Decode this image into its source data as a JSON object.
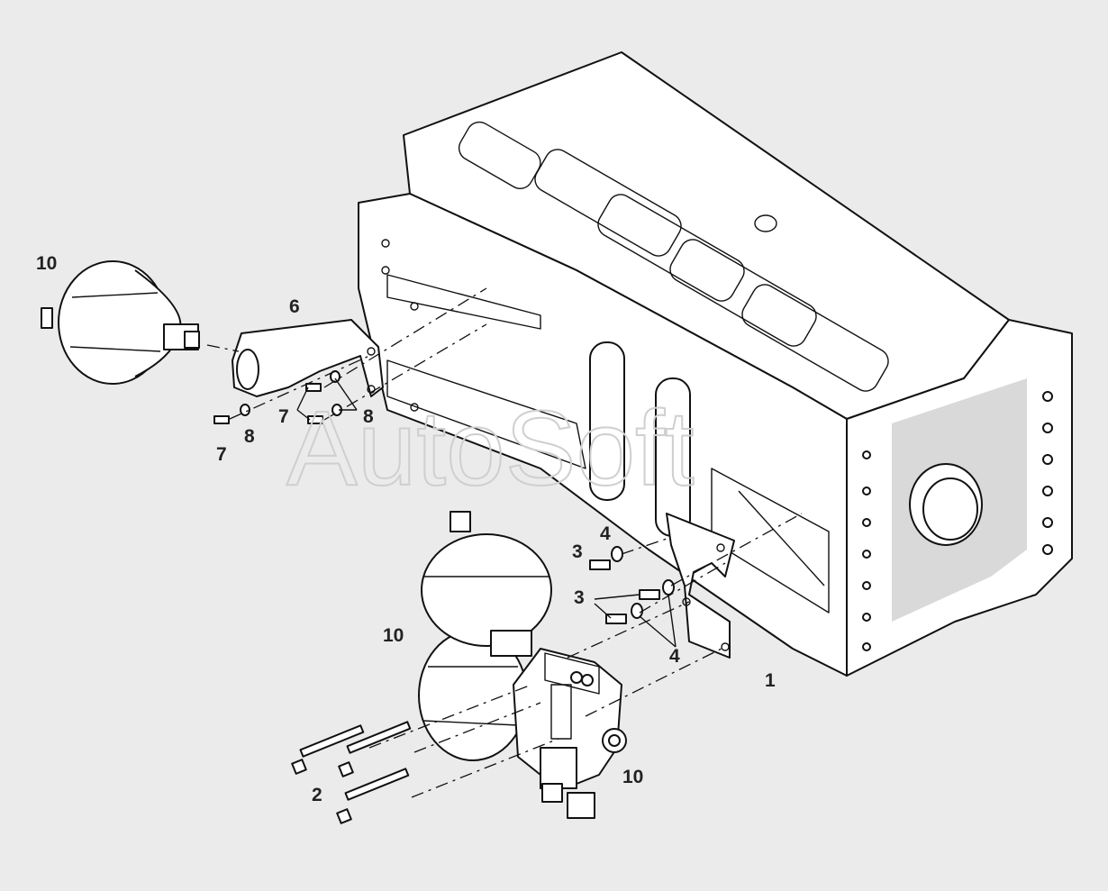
{
  "watermark": "AutoSoft",
  "callouts": {
    "c1": "1",
    "c2": "2",
    "c3a": "3",
    "c3b": "3",
    "c4a": "4",
    "c4b": "4",
    "c6": "6",
    "c7a": "7",
    "c7b": "7",
    "c8a": "8",
    "c8b": "8",
    "c10a": "10",
    "c10b": "10",
    "c10c": "10"
  }
}
